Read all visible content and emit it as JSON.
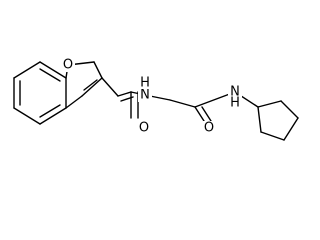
{
  "structure": {
    "atoms": {
      "o_ring": "O",
      "n_amide_1": "N",
      "h_amide_1": "H",
      "o_carbonyl_1": "O",
      "n_amide_2": "N",
      "h_amide_2": "H",
      "o_carbonyl_2": "O"
    }
  }
}
